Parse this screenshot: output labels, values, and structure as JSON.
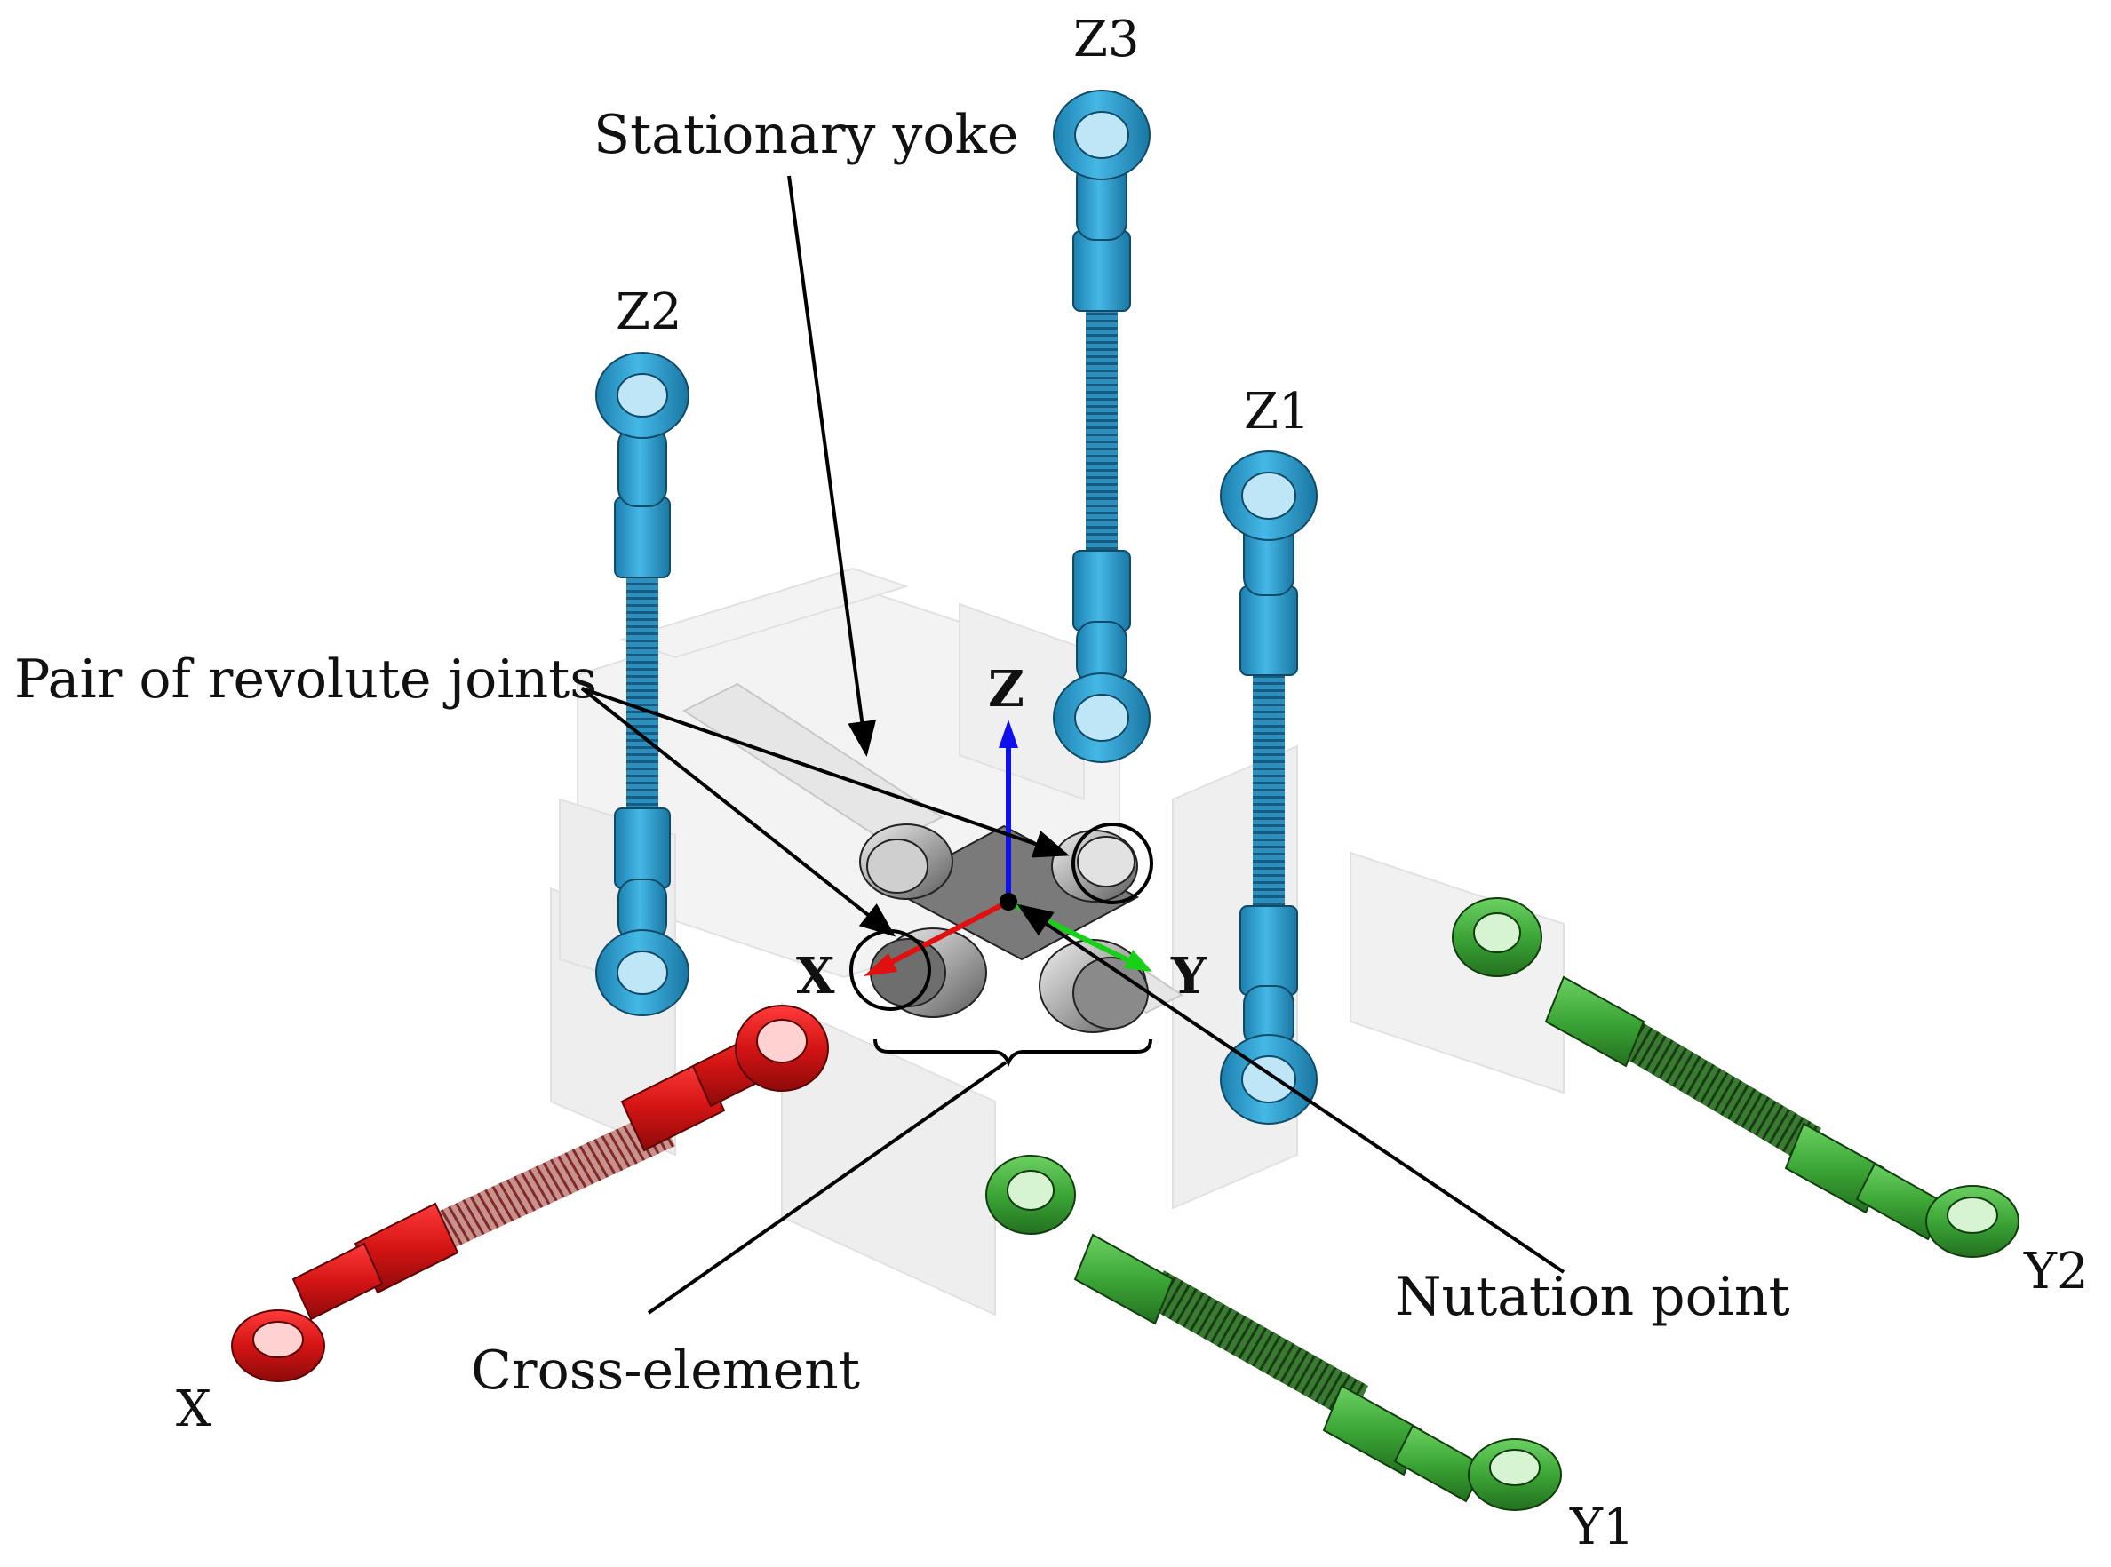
{
  "labels": {
    "stationary_yoke": "Stationary yoke",
    "pair_of_revolute_joints": "Pair of revolute joints",
    "cross_element": "Cross-element",
    "nutation_point": "Nutation point"
  },
  "strut_labels": {
    "z1": "Z1",
    "z2": "Z2",
    "z3": "Z3",
    "x": "X",
    "y1": "Y1",
    "y2": "Y2"
  },
  "axis_labels": {
    "x": "X",
    "y": "Y",
    "z": "Z"
  },
  "colors": {
    "z_struts": "#2a9fd0",
    "x_strut": "#d81e1e",
    "y_struts": "#3fa83a",
    "axis_x": "#e01010",
    "axis_y": "#18d018",
    "axis_z": "#1010ee",
    "yoke": "#eeeeee",
    "cross_element": "#9a9a9a"
  }
}
